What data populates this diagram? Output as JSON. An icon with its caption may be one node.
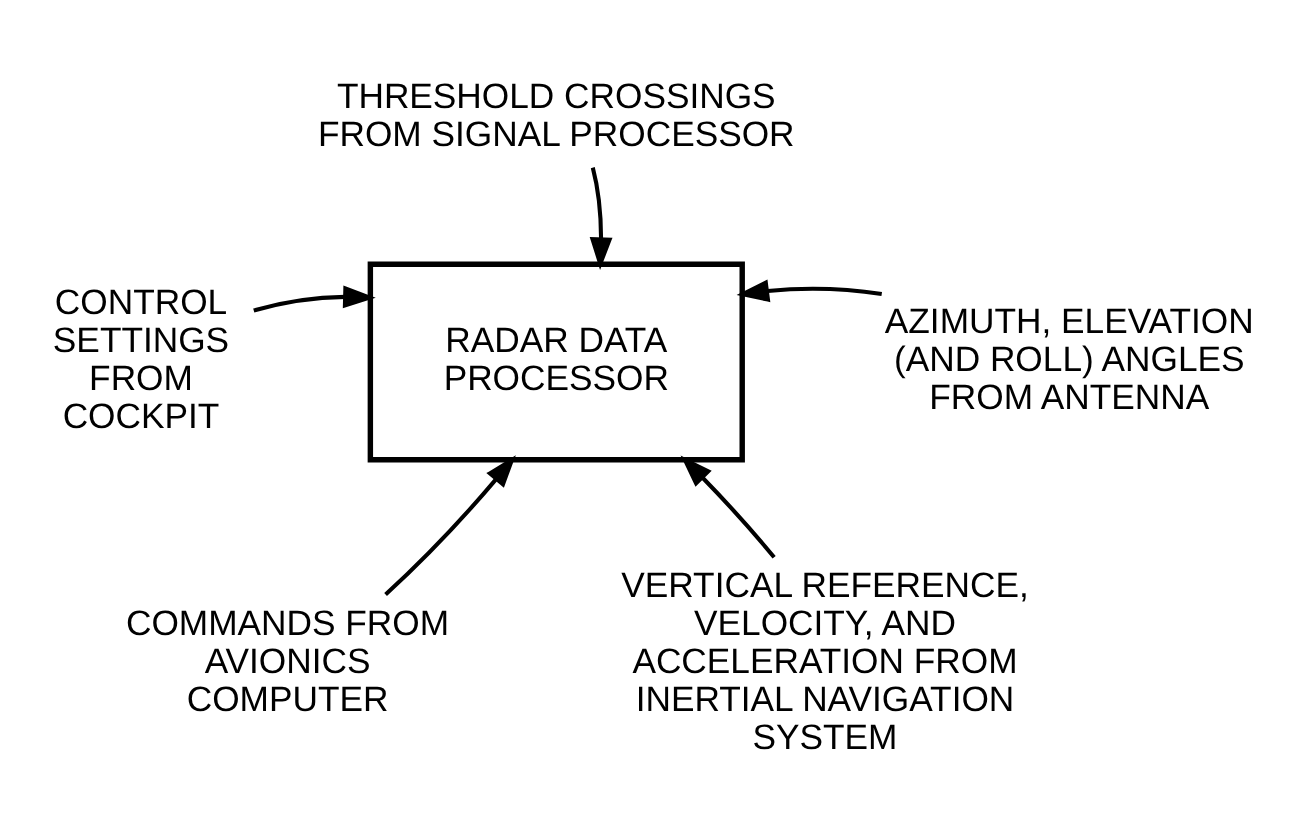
{
  "diagram": {
    "nodes": [
      {
        "text": [
          "RADAR DATA PROCESSOR"
        ]
      },
      {
        "text": [
          "THRESHOLD CROSSINGS FROM SIGNAL PROCESSOR"
        ]
      },
      {
        "text": [
          "CONTROL SETTINGS FROM COCKPIT"
        ]
      },
      {
        "text": [
          "AZIMUTH, ELEVATION (AND ROLL) ANGLES FROM ANTENNA"
        ]
      },
      {
        "text": [
          "COMMANDS FROM AVIONICS COMPUTER"
        ]
      },
      {
        "text": [
          "VERTICAL REFERENCE, VELOCITY, AND ACCELERATION FROM INERTIAL NAVIGATION SYSTEM"
        ]
      }
    ],
    "edges": [
      {
        "from": 1,
        "to": 0,
        "arrow": "to"
      },
      {
        "from": 2,
        "to": 0,
        "arrow": "to"
      },
      {
        "from": 3,
        "to": 0,
        "arrow": "to"
      },
      {
        "from": 4,
        "to": 0,
        "arrow": "to"
      },
      {
        "from": 5,
        "to": 0,
        "arrow": "to"
      }
    ]
  }
}
